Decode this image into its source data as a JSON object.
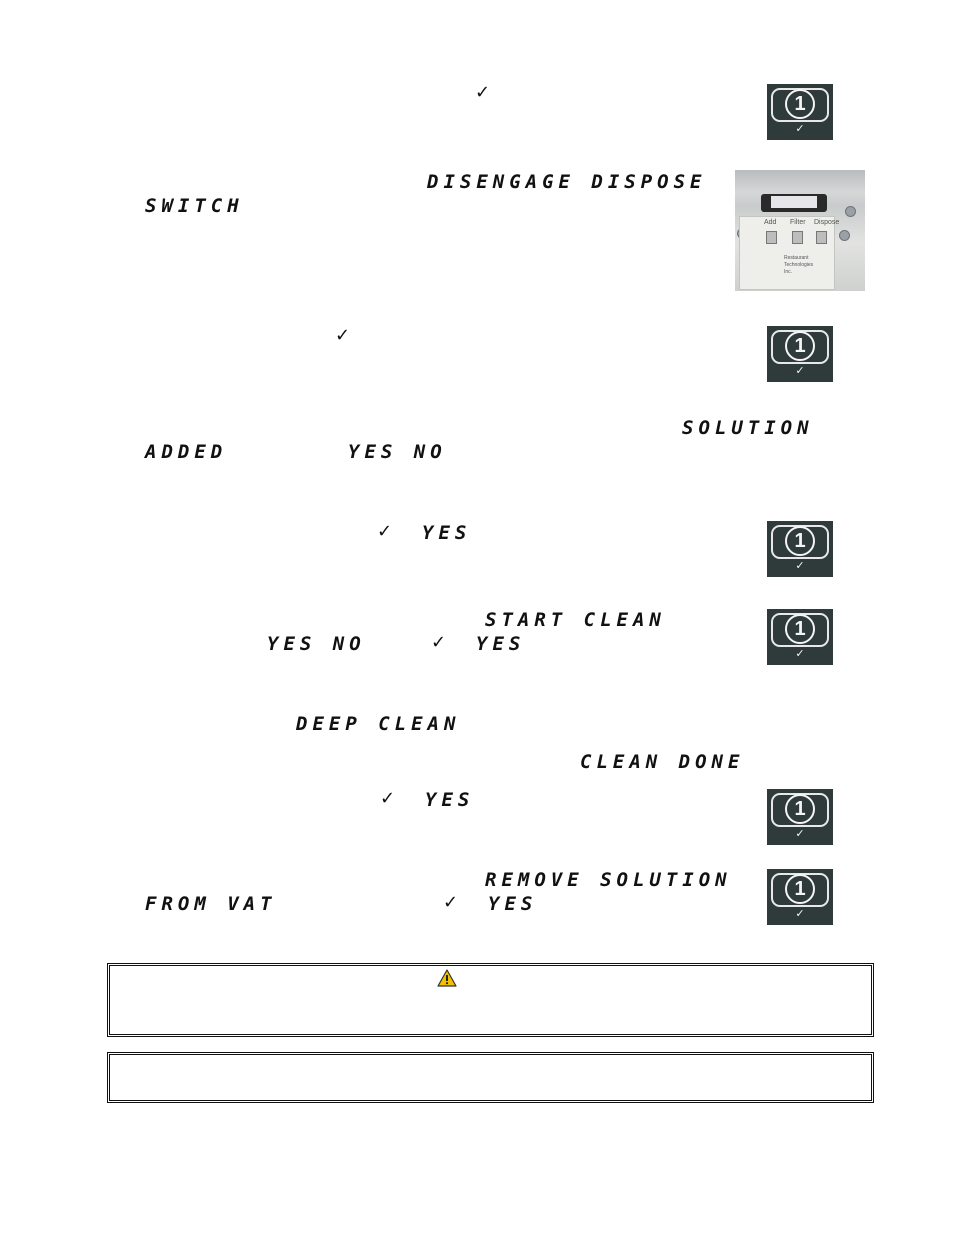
{
  "check_mark": "✓",
  "button_key": {
    "number": "1",
    "tick": "✓",
    "icon": "key-1-check-icon"
  },
  "display_texts": {
    "disengage_dispose": "DISENGAGE DISPOSE",
    "switch": "SWITCH",
    "solution": "SOLUTION",
    "added": "ADDED",
    "yes_no": "YES NO",
    "yes": "YES",
    "start_clean": "START CLEAN",
    "deep_clean": "DEEP CLEAN",
    "clean_done": "CLEAN DONE",
    "remove_solution": "REMOVE SOLUTION",
    "from_vat": "FROM VAT"
  },
  "photo": {
    "labels": [
      "Add",
      "Filter",
      "Dispose"
    ],
    "caption": [
      "Restaurant",
      "Technologies",
      "Inc."
    ]
  },
  "colors": {
    "button_bg": "#2f3a3a",
    "warning_fill": "#f2c200"
  }
}
